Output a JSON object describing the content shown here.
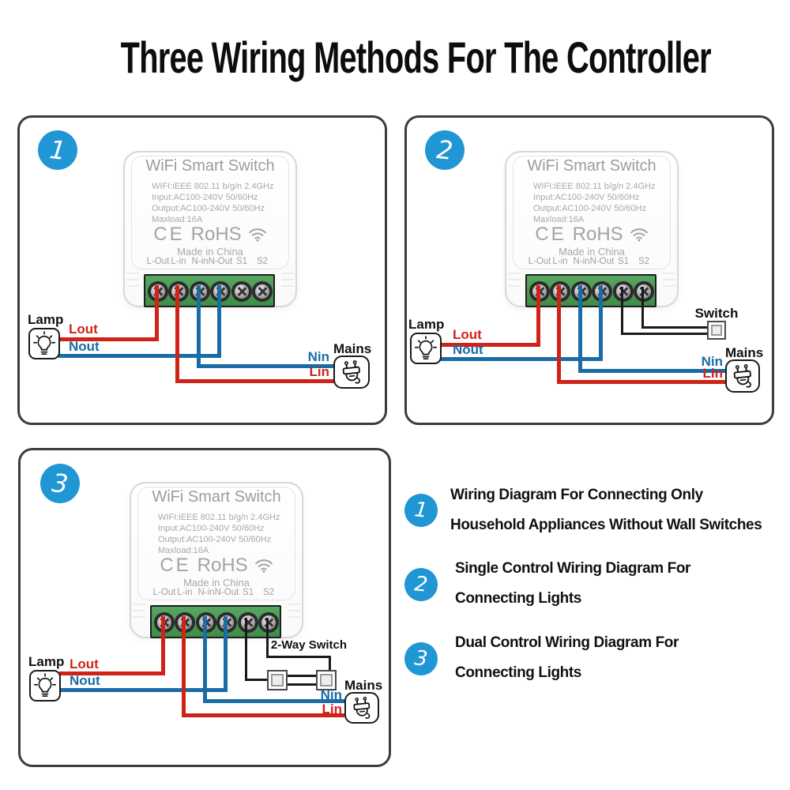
{
  "title": "Three Wiring Methods For The Controller",
  "colors": {
    "accent_blue": "#2196d4",
    "wire_red": "#cf2318",
    "wire_blue": "#1a6ca6",
    "wire_black": "#1a1a1a",
    "terminal_green": "#4a9a55"
  },
  "device": {
    "title": "WiFi Smart Switch",
    "specs": [
      "WIFI:iEEE 802.11 b/g/n 2.4GHz",
      "Input:AC100-240V 50/60Hz",
      "Output:AC100-240V 50/60Hz",
      "Maxload:16A"
    ],
    "ce_mark": "CE",
    "rohs_mark": "RoHS",
    "made_in": "Made in China",
    "terminals": [
      "L-Out",
      "L-in",
      "N-in",
      "N-Out",
      "S1",
      "S2"
    ]
  },
  "labels": {
    "lamp": "Lamp",
    "mains": "Mains",
    "switch": "Switch",
    "two_way_switch": "2-Way Switch",
    "lout": "Lout",
    "nout": "Nout",
    "nin": "Nin",
    "lin": "Lin"
  },
  "panels": [
    {
      "number": "1"
    },
    {
      "number": "2"
    },
    {
      "number": "3"
    }
  ],
  "legend": [
    {
      "number": "1",
      "line1": "Wiring Diagram For Connecting Only",
      "line2": "Household Appliances Without Wall Switches"
    },
    {
      "number": "2",
      "line1": "Single Control Wiring Diagram For",
      "line2": "Connecting Lights"
    },
    {
      "number": "3",
      "line1": "Dual Control Wiring Diagram For",
      "line2": "Connecting Lights"
    }
  ]
}
